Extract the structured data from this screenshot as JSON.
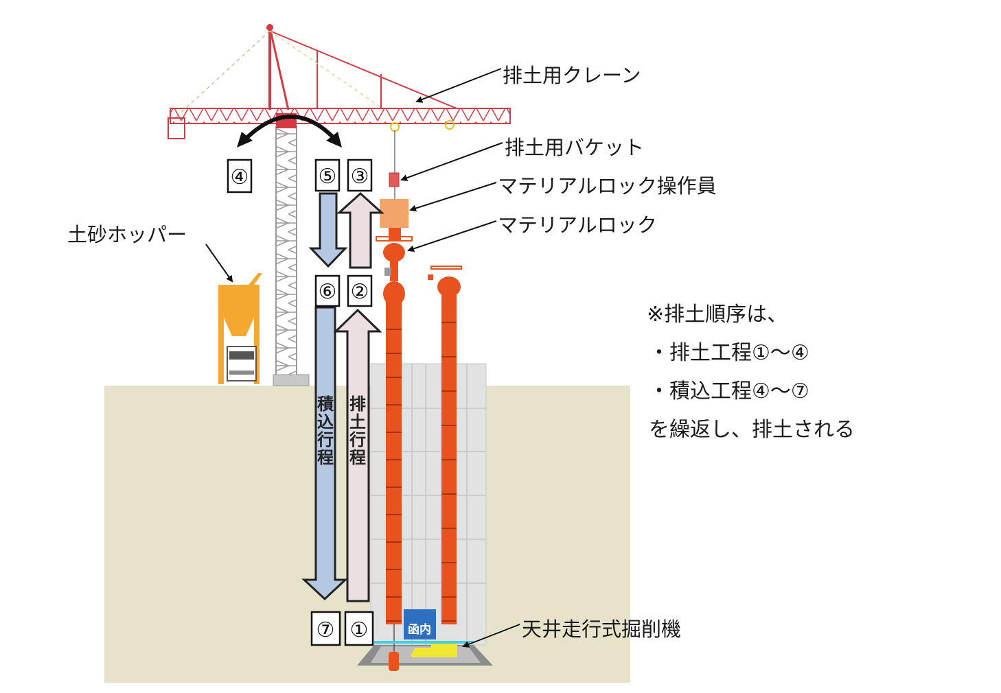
{
  "labels": {
    "crane": "排土用クレーン",
    "bucket": "排土用バケット",
    "operator": "マテリアルロック操作員",
    "material_lock": "マテリアルロック",
    "hopper": "土砂ホッパー",
    "excavator": "天井走行式掘削機",
    "inside_box": "函内"
  },
  "steps": {
    "s1": "①",
    "s2": "②",
    "s3": "③",
    "s4": "④",
    "s5": "⑤",
    "s6": "⑥",
    "s7": "⑦"
  },
  "process": {
    "loading_chars": [
      "積",
      "込",
      "行",
      "程"
    ],
    "discharge_chars": [
      "排",
      "土",
      "行",
      "程"
    ]
  },
  "note": {
    "line1": "※排土順序は、",
    "line2": "・排土工程①～④",
    "line3": "・積込工程④～⑦",
    "line4": "を繰返し、排土される"
  },
  "colors": {
    "ground": "#e7e2ca",
    "crane": "#d43a42",
    "pipe": "#e8521e",
    "loading_arrow": "#b5c8e2",
    "discharge_arrow": "#ecdfe2",
    "inside_box": "#2f6fc0",
    "hopper": "#f5a830"
  }
}
